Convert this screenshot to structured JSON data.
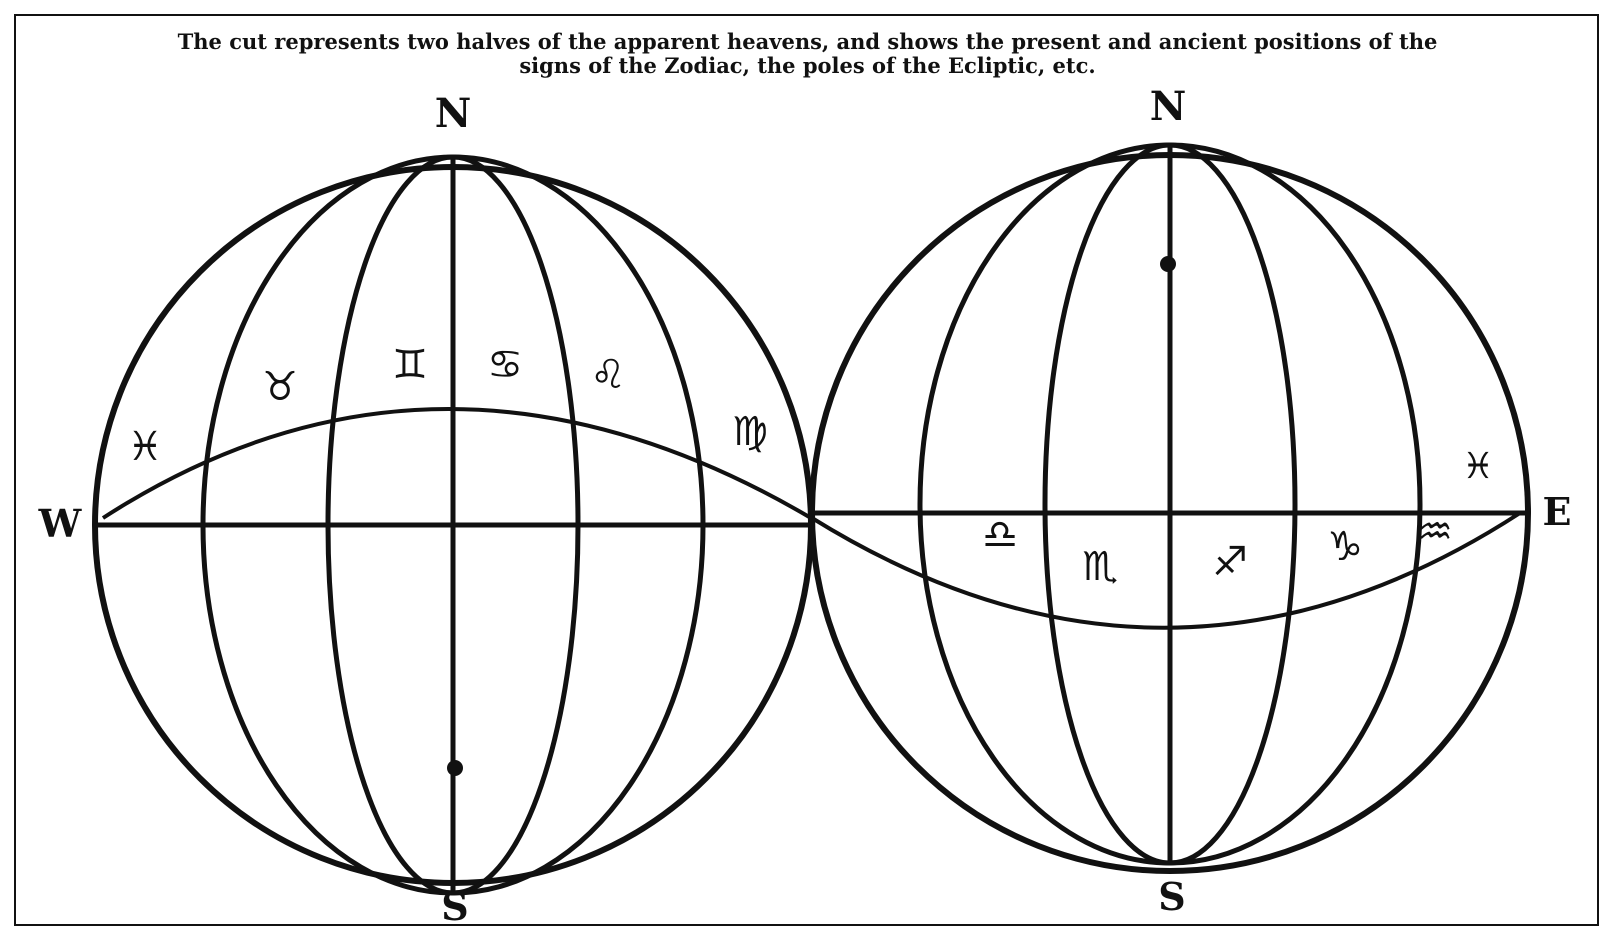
{
  "caption": {
    "line1": "The cut represents two halves of the apparent heavens, and shows the present and ancient positions of the",
    "line2": "signs of the Zodiac, the poles of the Ecliptic, etc."
  },
  "hemispheres": [
    {
      "north": "N",
      "south": "S",
      "side": "W"
    },
    {
      "north": "N",
      "south": "S",
      "side": "E"
    }
  ],
  "zodiac_signs": [
    {
      "glyph": "♓",
      "name": "pisces-icon"
    },
    {
      "glyph": "♉",
      "name": "taurus-icon"
    },
    {
      "glyph": "♊",
      "name": "gemini-symbol-icon"
    },
    {
      "glyph": "♋",
      "name": "cancer-symbol-icon"
    },
    {
      "glyph": "♌",
      "name": "leo-icon"
    },
    {
      "glyph": "♍",
      "name": "virgo-icon"
    },
    {
      "glyph": "♎",
      "name": "libra-icon"
    },
    {
      "glyph": "♏",
      "name": "scorpio-icon"
    },
    {
      "glyph": "♐",
      "name": "sagittarius-icon"
    },
    {
      "glyph": "♑",
      "name": "capricorn-icon"
    },
    {
      "glyph": "♒",
      "name": "aquarius-icon"
    },
    {
      "glyph": "♓",
      "name": "pisces-right-icon"
    }
  ],
  "colors": {
    "ink": "#111111",
    "paper": "#ffffff"
  }
}
